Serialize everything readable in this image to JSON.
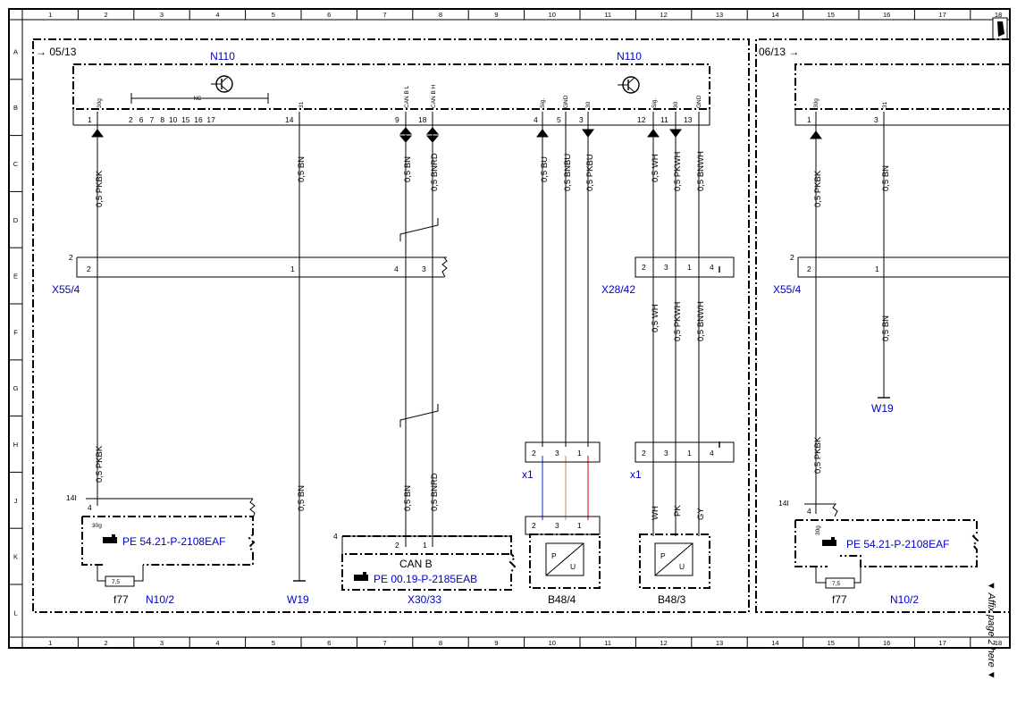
{
  "grid": {
    "columns": [
      "1",
      "2",
      "3",
      "4",
      "5",
      "6",
      "7",
      "8",
      "9",
      "10",
      "11",
      "12",
      "13",
      "14",
      "15",
      "16",
      "17",
      "18"
    ],
    "rows": [
      "A",
      "B",
      "C",
      "D",
      "E",
      "F",
      "G",
      "H",
      "J",
      "K",
      "L"
    ]
  },
  "page_refs": {
    "left": "05/13",
    "right": "06/13"
  },
  "components": {
    "n110_left": "N110",
    "n110_right": "N110",
    "x55_4_left": "X55/4",
    "x55_4_right": "X55/4",
    "x28_42": "X28/42",
    "x1_a": "x1",
    "x1_b": "x1",
    "n10_2_left": "N10/2",
    "n10_2_right": "N10/2",
    "w19_left": "W19",
    "w19_right": "W19",
    "x30_33": "X30/33",
    "b48_4": "B48/4",
    "b48_3": "B48/3",
    "f77_left": "f77",
    "f77_right": "f77",
    "can_b": "CAN B"
  },
  "refs": {
    "pe_left": "PE 54.21-P-2108EAF",
    "pe_can": "PE 00.19-P-2185EAB",
    "pe_right": "PE 54.21-P-2108EAF"
  },
  "nc_label": "NC",
  "nc_pins": "2   6   7   8  10  15  16  17",
  "fuse": "7,5",
  "wires": {
    "pkbk": "0,5 PKBK",
    "bn": "0,5 BN",
    "bnrd": "0,5 BNRD",
    "bu": "0,5 BU",
    "bnbu": "0,5 BNBU",
    "pkbu": "0,5 PKBU",
    "wh": "0,5 WH",
    "pkwh": "0,5 PKWH",
    "bnwh": "0,5 BNWH"
  },
  "short_wires": {
    "wh": "WH",
    "pk": "PK",
    "gy": "GY"
  },
  "pin_funcs": {
    "p30g": "30g",
    "p31": "31",
    "canbl": "CAN B L",
    "canbh": "CAN B H",
    "sig": "Sig.",
    "gnd": "GND",
    "p30": "30"
  },
  "sensor_letters": {
    "p": "P",
    "u": "U"
  },
  "affix_note": "▼ Affix page 2 here ▼",
  "colors": {
    "blue_text": "#0000cc",
    "wire_blue": "#2050e0",
    "wire_tan": "#c8a070",
    "wire_red": "#e02020"
  }
}
